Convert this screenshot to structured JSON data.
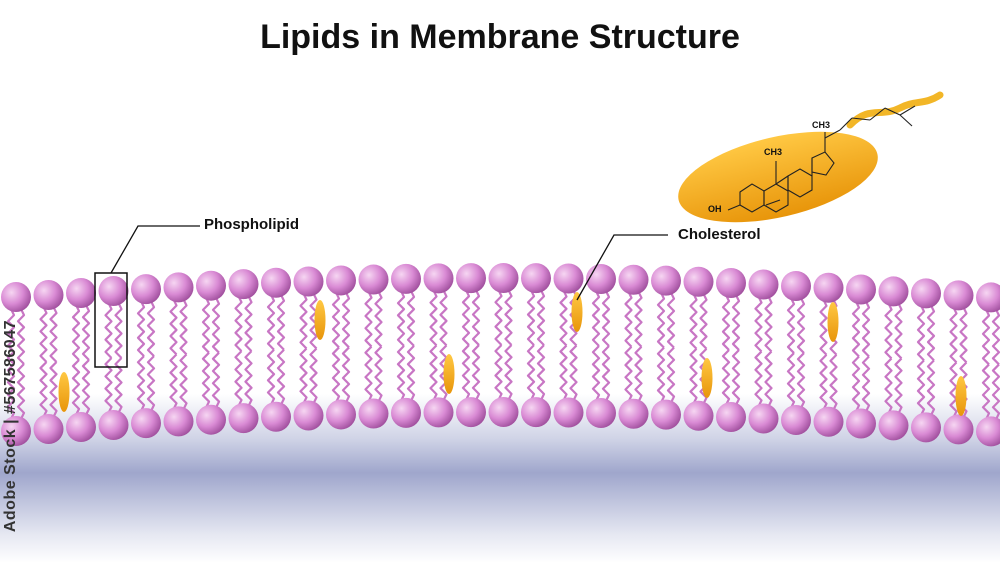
{
  "title": "Lipids in Membrane Structure",
  "labels": {
    "phospholipid": "Phospholipid",
    "cholesterol": "Cholesterol"
  },
  "molecule": {
    "ch3_top": "CH3",
    "ch3_mid": "CH3",
    "oh": "OH"
  },
  "watermark": "Adobe Stock | #567586047",
  "colors": {
    "head": "#d98ad4",
    "tail": "#c876c4",
    "cholesterol": "#f5a91a"
  }
}
